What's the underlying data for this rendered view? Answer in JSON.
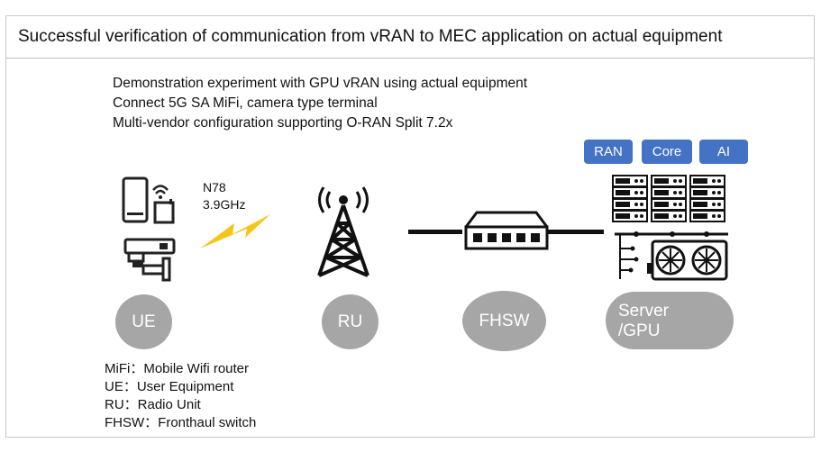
{
  "title": "Successful verification of communication from vRAN to MEC application on actual equipment",
  "description": [
    "Demonstration experiment with GPU vRAN using actual equipment",
    "Connect 5G SA MiFi, camera type terminal",
    "Multi-vendor configuration supporting O-RAN Split 7.2x"
  ],
  "server_tags": [
    "RAN",
    "Core",
    "AI"
  ],
  "band": {
    "name": "N78",
    "frequency": "3.9GHz"
  },
  "nodes": {
    "ue": "UE",
    "ru": "RU",
    "fhsw": "FHSW",
    "server": "Server",
    "server_sub": "/GPU"
  },
  "legend": [
    "MiFi：Mobile Wifi router",
    "UE：User Equipment",
    "RU：Radio Unit",
    "FHSW：Fronthaul switch"
  ],
  "colors": {
    "tag": "#4472c4",
    "node": "#a6a6a6",
    "lightning": "#f5c518"
  },
  "icons": [
    "tablet-icon",
    "wifi-router-icon",
    "security-camera-icon",
    "lightning-icon",
    "radio-tower-icon",
    "network-switch-icon",
    "server-rack-icon",
    "gpu-card-icon"
  ]
}
